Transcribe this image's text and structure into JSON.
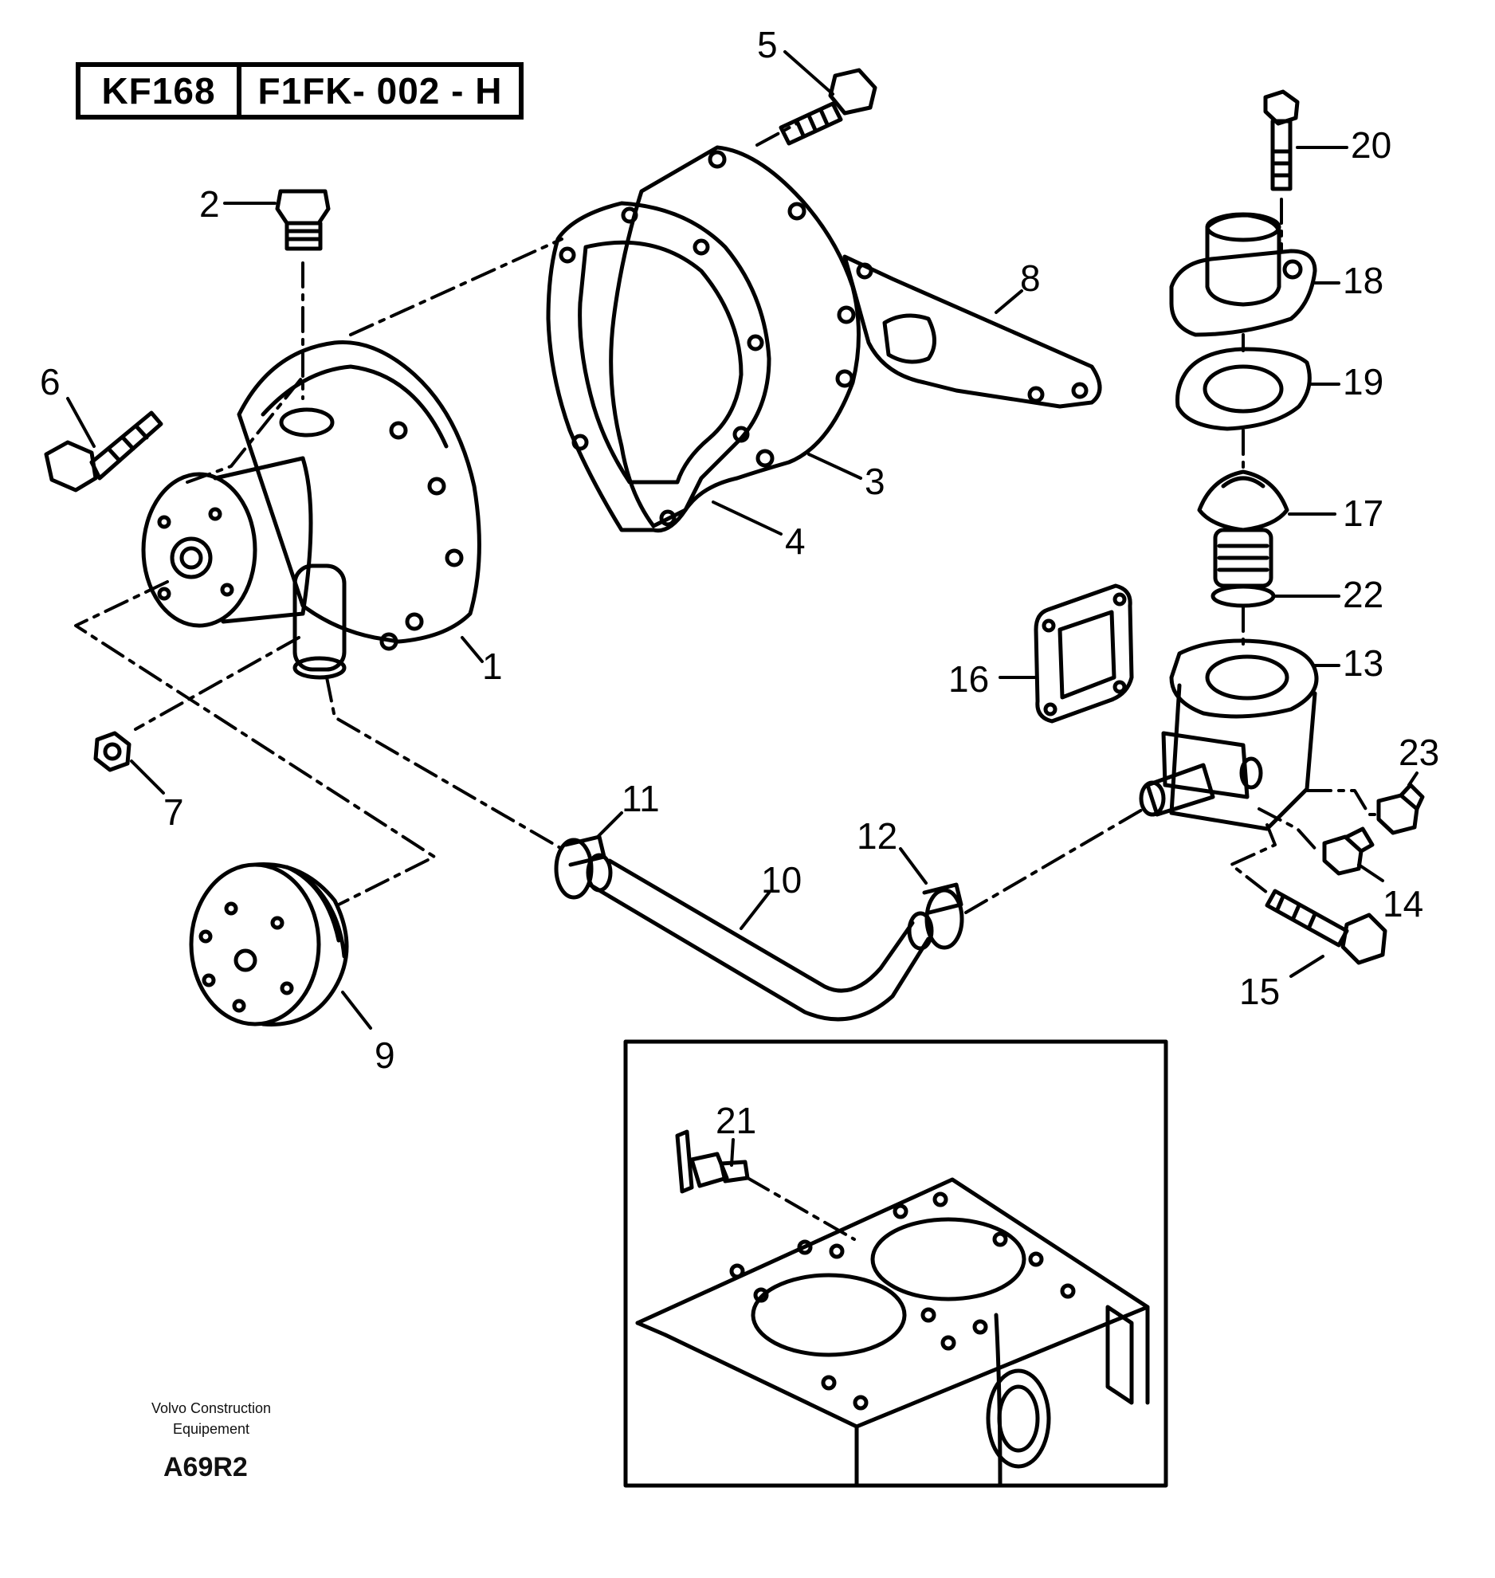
{
  "header": {
    "code_left": "KF168",
    "code_right": "F1FK- 002 - H"
  },
  "callouts": [
    "1",
    "2",
    "3",
    "4",
    "5",
    "6",
    "7",
    "8",
    "9",
    "10",
    "11",
    "12",
    "13",
    "14",
    "15",
    "16",
    "17",
    "18",
    "19",
    "20",
    "21",
    "22",
    "23"
  ],
  "footer": {
    "credit_line1": "Volvo Construction",
    "credit_line2": "Equipement",
    "drawing_code": "A69R2"
  }
}
